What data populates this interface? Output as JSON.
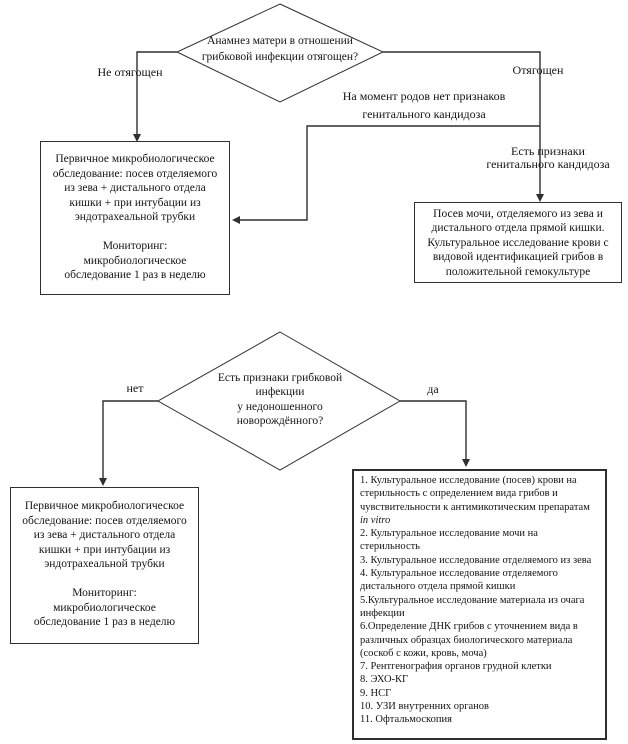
{
  "page": {
    "colors": {
      "line": "#2f2f2f",
      "text": "#141414",
      "background": "#ffffff"
    }
  },
  "branch1": {
    "decision": "Анамнез матери в отношении\nгрибковой инфекции отягощен?",
    "label_left": "Не отягощен",
    "label_right": "Отягощен",
    "label_no_signs": "На момент родов нет признаков\nгенитального кандидоза",
    "label_signs": "Есть признаки\nгенитального кандидоза",
    "box_primary": "Первичное микробиологическое\nобследование: посев отделяемого\nиз зева + дистального отдела\nкишки + при интубации из\nэндотрахеальной трубки\n\nМониторинг:\nмикробиологическое\nобследование 1 раз в неделю",
    "box_signs": "Посев мочи, отделяемого из зева и\nдистального отдела прямой кишки.\nКультуральное исследование крови с\nвидовой идентификацией грибов в\nположительной гемокультуре"
  },
  "branch2": {
    "decision": "Есть признаки грибковой\nинфекции\nу недоношенного\nноворождённого?",
    "label_left": "нет",
    "label_right": "да",
    "box_primary": "Первичное микробиологическое\nобследование: посев отделяемого\nиз зева + дистального отдела\nкишки + при интубации из\nэндотрахеальной трубки\n\nМониторинг:\nмикробиологическое\nобследование 1 раз в неделю",
    "diagnostics": {
      "items": [
        {
          "text": "1. Культуральное исследование (посев) крови на стерильность с определением вида грибов и чувствительности к антимикотическим препаратам ",
          "italic": "in vitro"
        },
        {
          "text": "2. Культуральное исследование мочи на стерильность"
        },
        {
          "text": "3. Культуральное исследование отделяемого из зева"
        },
        {
          "text": "4. Культуральное исследование отделяемого дистального отдела прямой кишки"
        },
        {
          "text": "5.Культуральное исследование материала из очага инфекции"
        },
        {
          "text": "6.Определение ДНК грибов с уточнением вида в различных образцах биологического материала (соскоб с кожи, кровь, моча)"
        },
        {
          "text": "7. Рентгенография органов грудной клетки"
        },
        {
          "text": "8. ЭХО-КГ"
        },
        {
          "text": "9. НСГ"
        },
        {
          "text": "10. УЗИ внутренних органов"
        },
        {
          "text": "11. Офтальмоскопия"
        }
      ]
    }
  }
}
